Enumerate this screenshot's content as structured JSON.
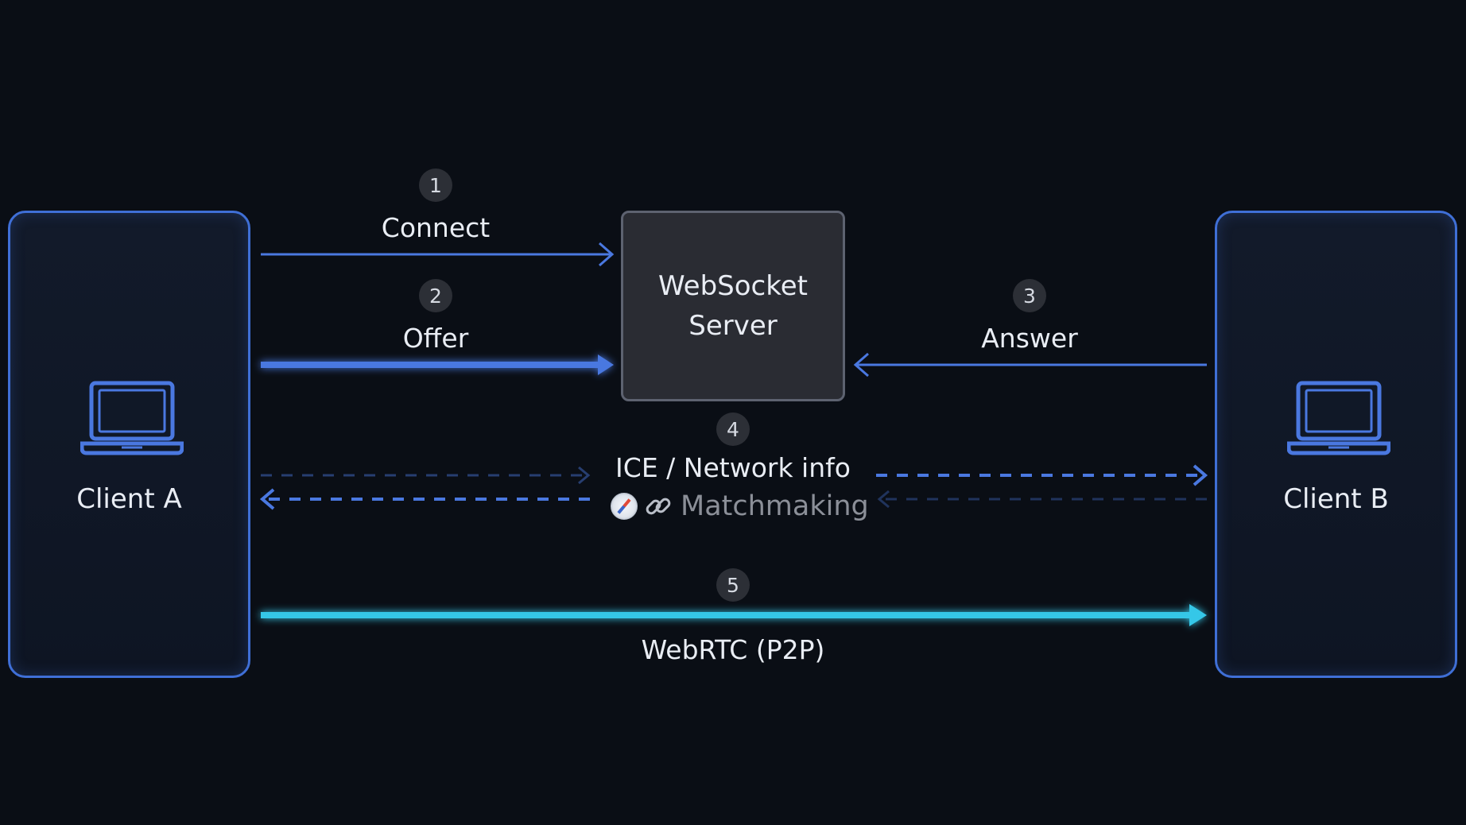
{
  "clients": {
    "a": {
      "label": "Client A",
      "icon": "laptop-icon"
    },
    "b": {
      "label": "Client B",
      "icon": "laptop-icon"
    }
  },
  "server": {
    "line1": "WebSocket",
    "line2": "Server"
  },
  "steps": [
    {
      "number": "1",
      "label": "Connect"
    },
    {
      "number": "2",
      "label": "Offer"
    },
    {
      "number": "3",
      "label": "Answer"
    },
    {
      "number": "4",
      "label": "ICE / Network info",
      "caption": "Matchmaking",
      "caption_icons": [
        "compass-icon",
        "link-icon"
      ]
    },
    {
      "number": "5",
      "label": "WebRTC (P2P)"
    }
  ],
  "colors": {
    "background": "#0a0e15",
    "client_border": "#3f6fd6",
    "signal_arrow": "#4a78e0",
    "p2p_arrow": "#35c7e8",
    "server_fill": "#2a2c33"
  }
}
